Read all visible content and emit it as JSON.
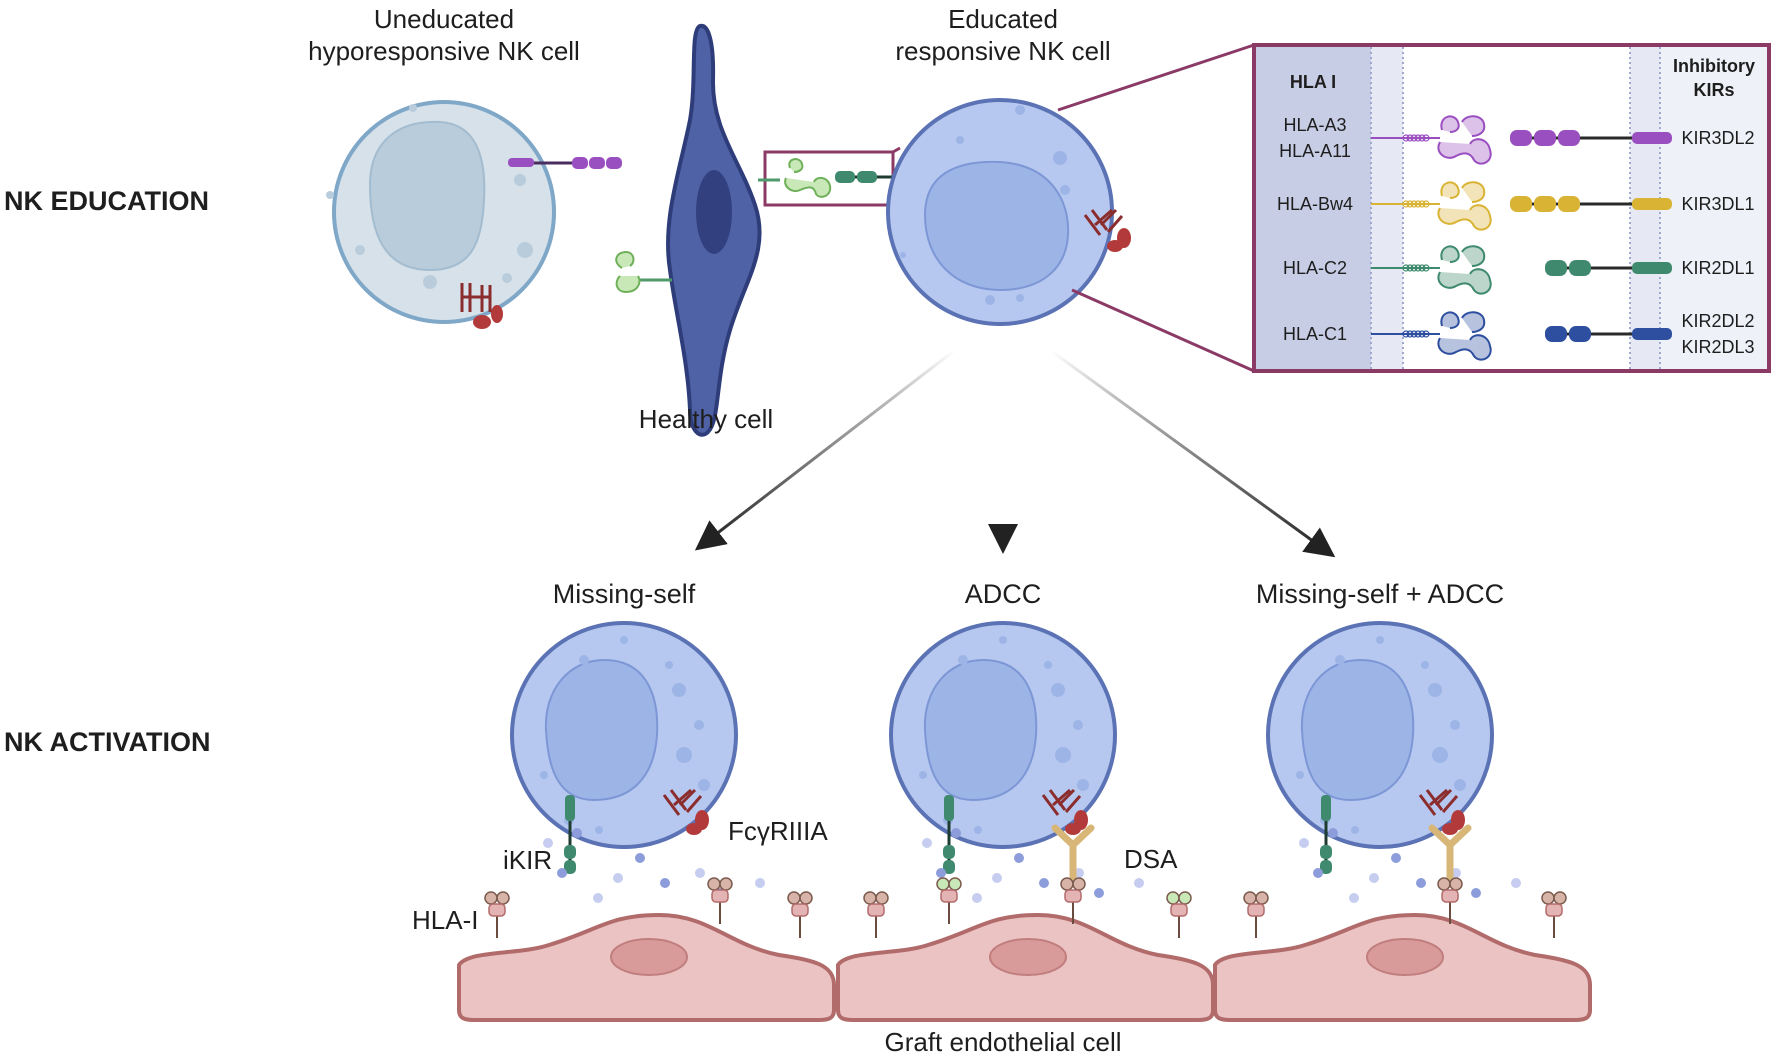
{
  "sections": {
    "education": "NK EDUCATION",
    "activation": "NK ACTIVATION"
  },
  "cells": {
    "uneducated_line1": "Uneducated",
    "uneducated_line2": "hyporesponsive NK cell",
    "educated_line1": "Educated",
    "educated_line2": "responsive NK cell",
    "healthy": "Healthy cell"
  },
  "inset": {
    "hla_header": "HLA I",
    "kir_header_line1": "Inhibitory",
    "kir_header_line2": "KIRs",
    "rows": [
      {
        "hla": [
          "HLA-A3",
          "HLA-A11"
        ],
        "kir": [
          "KIR3DL2"
        ],
        "color": "#9a4fc0"
      },
      {
        "hla": [
          "HLA-Bw4"
        ],
        "kir": [
          "KIR3DL1"
        ],
        "color": "#d9b334"
      },
      {
        "hla": [
          "HLA-C2"
        ],
        "kir": [
          "KIR2DL1"
        ],
        "color": "#3f8a6e"
      },
      {
        "hla": [
          "HLA-C1"
        ],
        "kir": [
          "KIR2DL2",
          "KIR2DL3"
        ],
        "color": "#2e4fa0"
      }
    ]
  },
  "mechanisms": {
    "missing_self": "Missing-self",
    "adcc": "ADCC",
    "both": "Missing-self + ADCC"
  },
  "labels": {
    "ikir": "iKIR",
    "fcgr": "FcγRIIIA",
    "dsa": "DSA",
    "hla1": "HLA-I",
    "graft": "Graft endothelial cell"
  },
  "colors": {
    "nk_fill": "#b6c8ef",
    "nk_stroke": "#5b73b5",
    "nucleus": "#9db4e6",
    "endothelial": "#ebc3c3",
    "endothelial_stroke": "#b26b6b",
    "frame": "#8b3a66"
  }
}
